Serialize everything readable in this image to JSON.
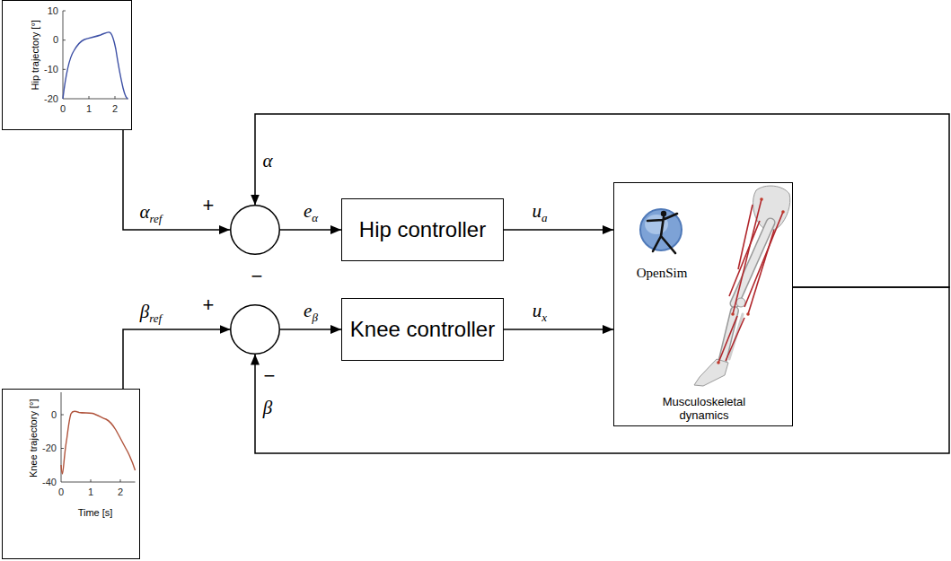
{
  "diagram": {
    "nodes": [
      {
        "text": [
          "Hip trajectory [°]"
        ]
      },
      {
        "text": [
          "+",
          "−"
        ]
      },
      {
        "text": [
          "Hip controller"
        ]
      },
      {
        "text": [
          "OpenSim",
          "Musculoskeletal dynamics"
        ]
      },
      {
        "text": [
          "+",
          "−"
        ]
      },
      {
        "text": [
          "Knee controller"
        ]
      },
      {
        "text": [
          "Knee trajectory [°]",
          "Time [s]"
        ]
      }
    ],
    "edges": [
      {
        "from": 0,
        "to": 1,
        "label": "αref",
        "arrow": "to"
      },
      {
        "from": 1,
        "to": 2,
        "label": "eα",
        "arrow": "to"
      },
      {
        "from": 2,
        "to": 3,
        "label": "ua",
        "arrow": "to"
      },
      {
        "from": 3,
        "to": 1,
        "label": "α",
        "arrow": "to"
      },
      {
        "from": 6,
        "to": 4,
        "label": "βref",
        "arrow": "to"
      },
      {
        "from": 4,
        "to": 5,
        "label": "eβ",
        "arrow": "to"
      },
      {
        "from": 5,
        "to": 3,
        "label": "ux",
        "arrow": "to"
      },
      {
        "from": 3,
        "to": 4,
        "label": "β",
        "arrow": "to"
      }
    ],
    "labels": [
      "10",
      "0",
      "-10",
      "-20",
      "0",
      "1",
      "2",
      "0",
      "-20",
      "-40",
      "0",
      "1",
      "2"
    ]
  }
}
